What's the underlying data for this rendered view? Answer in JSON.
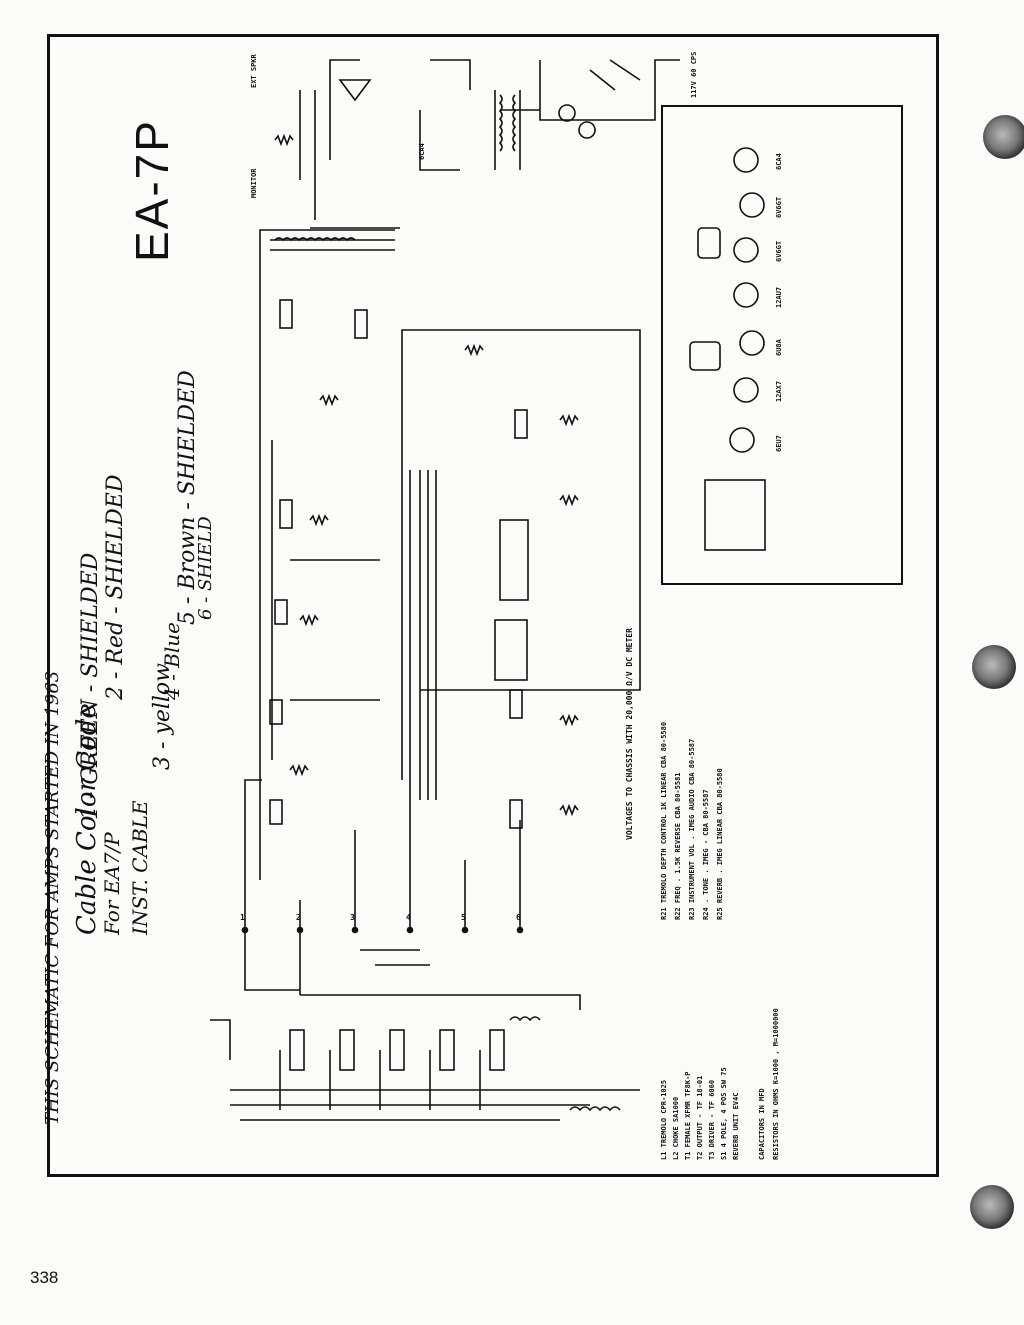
{
  "model": "EA-7P",
  "handwritten": {
    "header": "THIS SCHEMATIC FOR AMPS STARTED IN 1963",
    "cable_line1": "Cable Color Code",
    "cable_line2": "For EA7/P",
    "cable_line3": "INST. CABLE",
    "wires": [
      "1 - GREEN - SHIELDED",
      "2 - Red - SHIELDED",
      "3 - yellow",
      "4 - Blue",
      "5 - Brown - SHIELDED",
      "6 - SHIELD"
    ]
  },
  "parts_list": [
    "L1  TREMOLO      CPR-1025",
    "L2  CHOKE  SA1000",
    "T1  FEMALE XFMR   TF8K-P",
    "T2  OUTPUT  -   TF 18-01",
    "T3  DRIVER  -   TF 6060",
    "S1  4 POLE, 4 POS  SW 75",
    "REVERB UNIT    EV4C"
  ],
  "notes": [
    "CAPACITORS IN MFD",
    "RESISTORS IN OHMS  K=1000 , M=1000000"
  ],
  "controls": [
    "R21  TREMOLO DEPTH CONTROL  1K LINEAR    CBA 80-5580",
    "R22    FREQ     .      1.5K REVERSE    CBA 80-5581",
    "R23  INSTRUMENT VOL  .   IMEG AUDIO     CBA 80-5587",
    "R24      .     TONE  .   IMEG  -       CBA 80-5587",
    "R25  REVERB     .    IMEG LINEAR    CBA 80-5580"
  ],
  "voltages_note": "VOLTAGES TO CHASSIS WITH 20,000 Ω/V DC METER",
  "connector_labels": [
    "1",
    "2",
    "3",
    "4",
    "5",
    "6"
  ],
  "jack_labels": [
    "EXT SPKR",
    "MONITOR",
    "117V 60 CPS"
  ],
  "tube_labels": [
    "6CA4",
    "6V6GT",
    "6V6GT",
    "12AU7",
    "6U8A",
    "12AX7",
    "6EU7",
    "6CA4"
  ],
  "page_number": "338"
}
